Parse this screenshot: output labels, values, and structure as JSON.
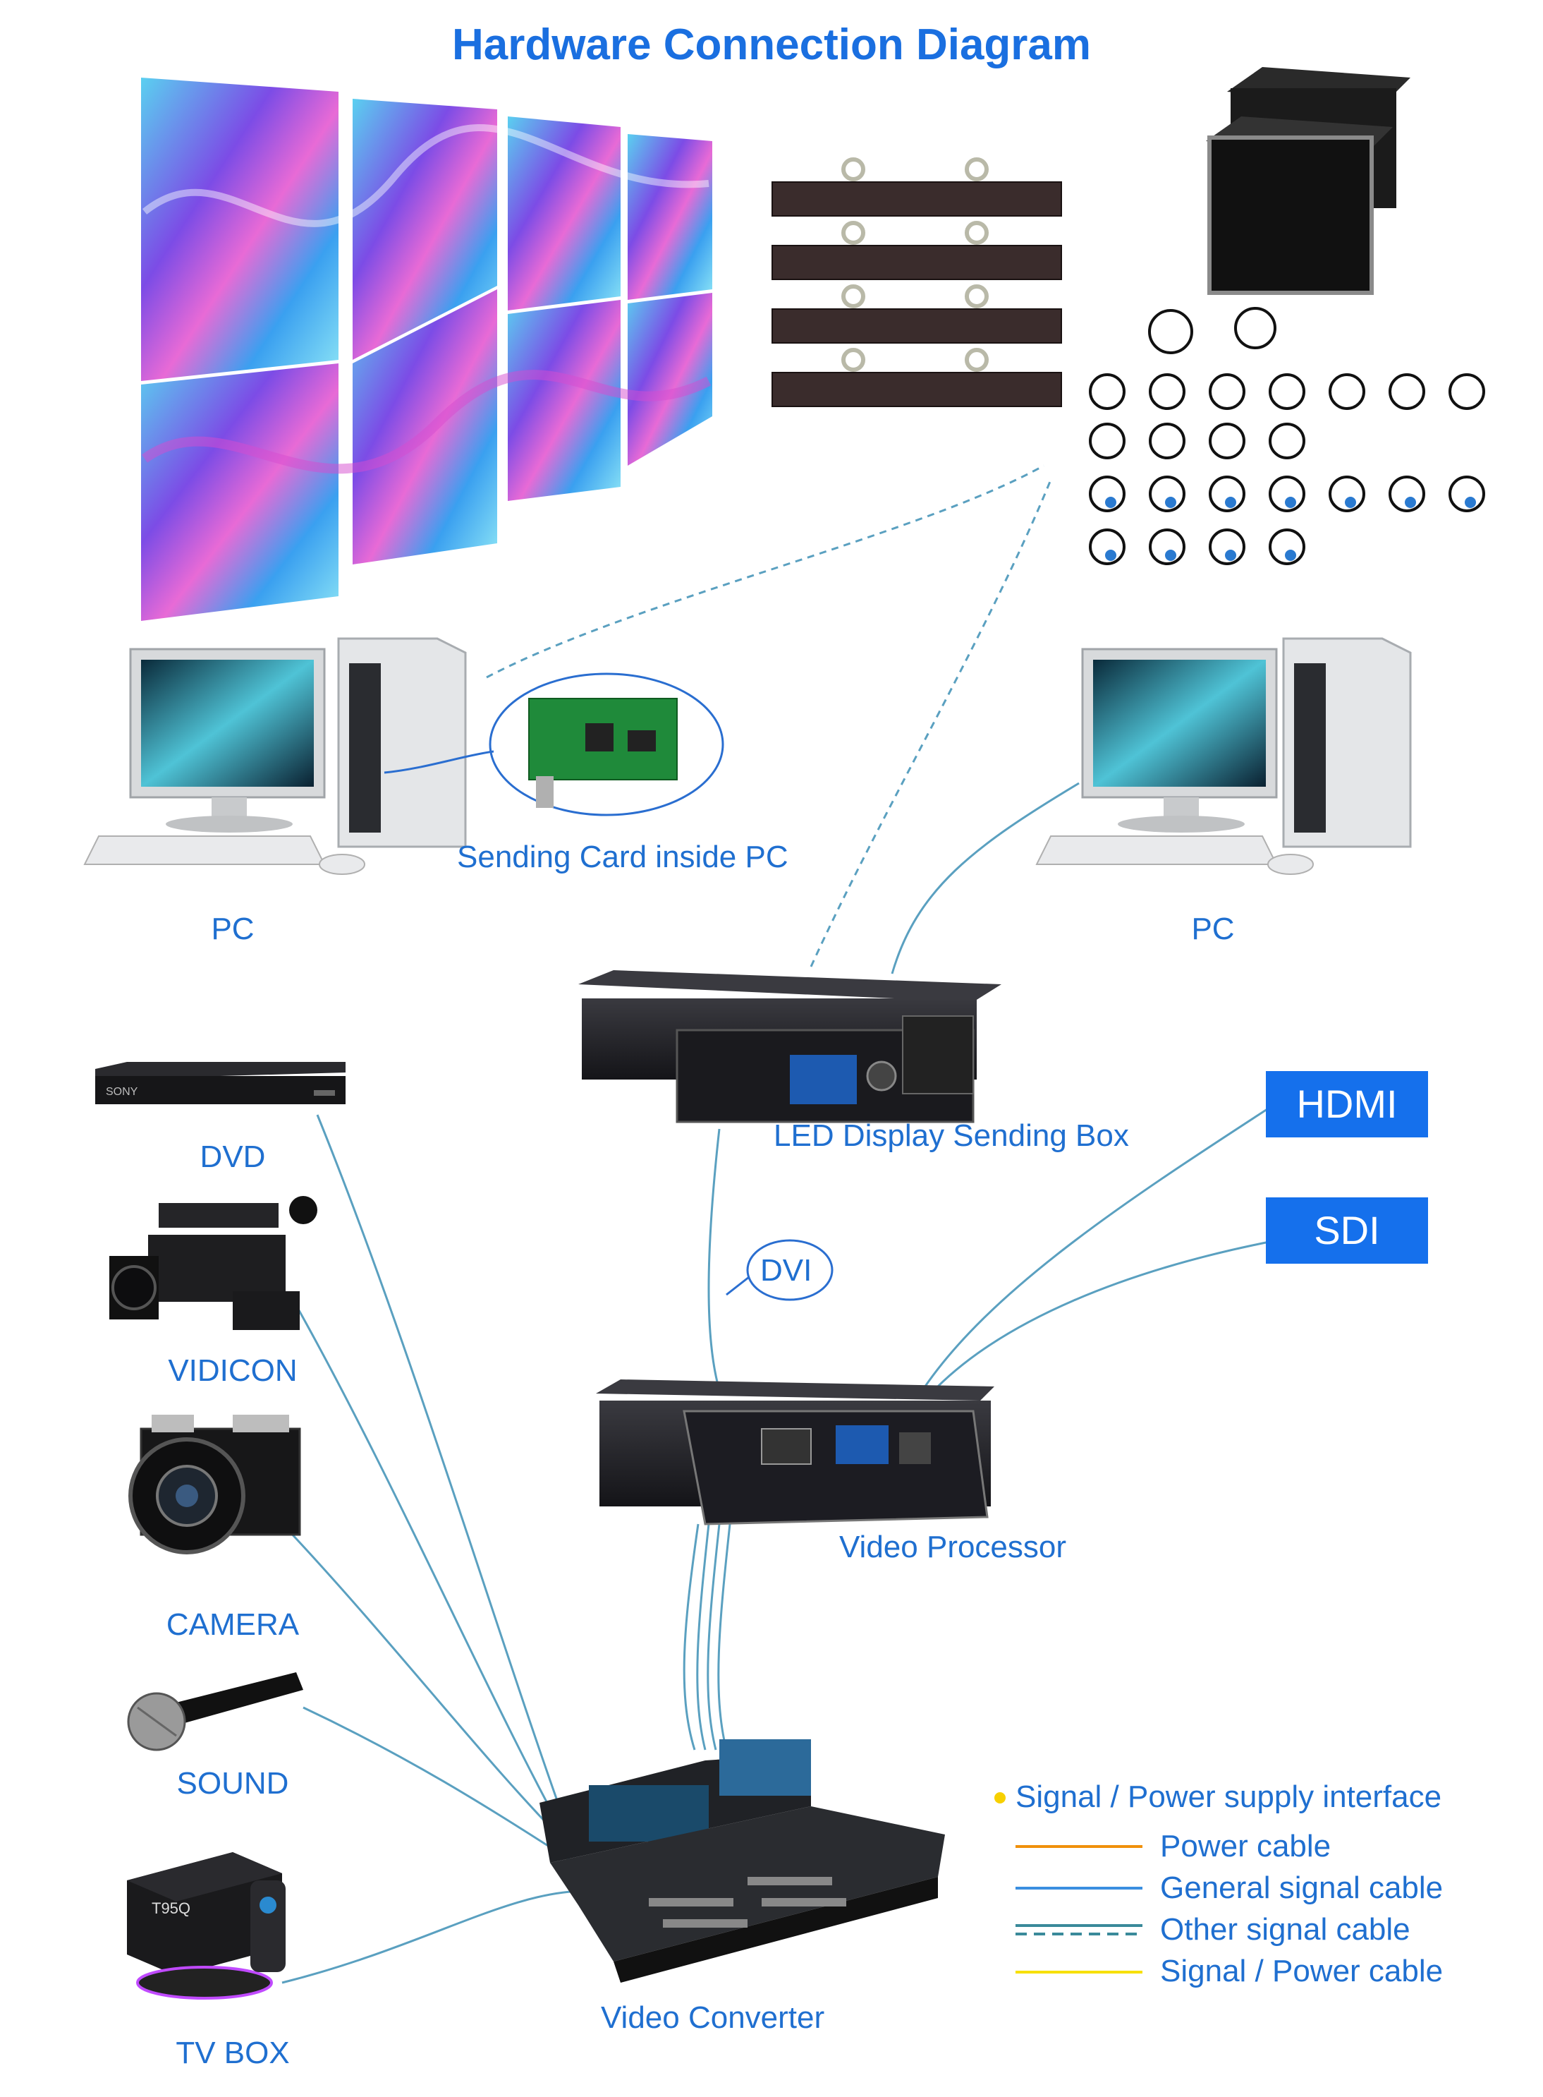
{
  "title": "Hardware Connection Diagram",
  "labels": {
    "pc_left": "PC",
    "pc_right": "PC",
    "sending_card": "Sending Card inside PC",
    "sending_box": "LED Display Sending Box",
    "dvi": "DVI",
    "hdmi": "HDMI",
    "sdi": "SDI",
    "video_processor": "Video Processor",
    "video_converter": "Video Converter",
    "dvd": "DVD",
    "vidicon": "VIDICON",
    "camera": "CAMERA",
    "sound": "SOUND",
    "tv_box": "TV BOX"
  },
  "device_text": {
    "dvd_brand": "SONY",
    "tv_box_brand": "T95Q"
  },
  "legend": {
    "interface": "Signal / Power supply interface",
    "items": [
      {
        "label": "Power cable",
        "color": "#f0900a",
        "style": "solid"
      },
      {
        "label": "General signal cable",
        "color": "#3a8fe0",
        "style": "solid"
      },
      {
        "label": "Other signal cable",
        "color": "#3a8a9a",
        "style": "dashed"
      },
      {
        "label": "Signal / Power cable",
        "color": "#f7e000",
        "style": "solid"
      }
    ],
    "dot_color": "#f7d000"
  },
  "colors": {
    "title": "#1a6fe0",
    "label": "#1f6fd0",
    "badge": "#1570ec",
    "wire": "#5aa0c0"
  }
}
